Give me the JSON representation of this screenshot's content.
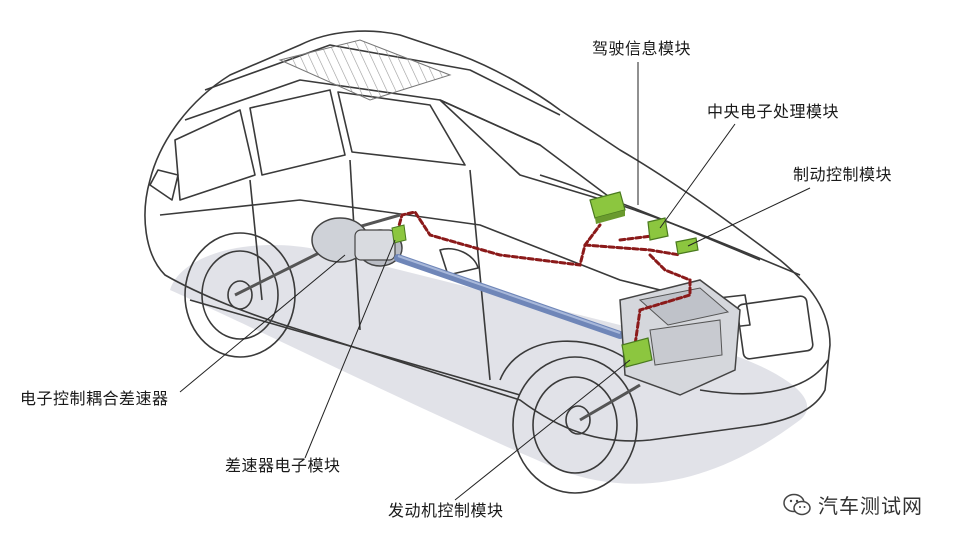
{
  "labels": {
    "driver_info": "驾驶信息模块",
    "central_electronic": "中央电子处理模块",
    "brake_control": "制动控制模块",
    "ecc_differential": "电子控制耦合差速器",
    "differential_electronic": "差速器电子模块",
    "engine_control": "发动机控制模块"
  },
  "watermark": {
    "text": "汽车测试网",
    "icon": "wechat-icon"
  },
  "colors": {
    "module_green": "#8cc63f",
    "harness_red": "#8b1a1a",
    "driveshaft_blue": "#6f86b8",
    "ground_shadow": "#dcdde4",
    "outline": "#3a3a3a"
  }
}
